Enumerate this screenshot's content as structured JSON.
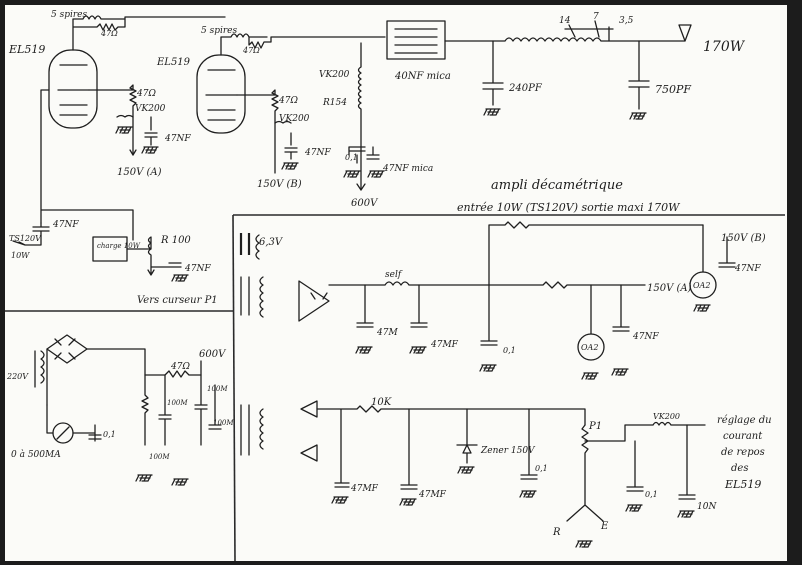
{
  "colors": {
    "ink": "#1f1f1f",
    "paper": "#fbfbf8",
    "border": "#1c1c1c"
  },
  "title": {
    "line1": "ampli décamétrique",
    "line2": "entrée 10W (TS120V) sortie maxi 170W"
  },
  "amplifier": {
    "coil_turns_1": "5 spires",
    "res_1": "47Ω",
    "tube_1": "EL519",
    "coil_turns_2": "5 spires",
    "res_2": "47Ω",
    "tube_2": "EL519",
    "res_grid_1": "47Ω",
    "choke_grid_1": "VK200",
    "cap_grid_1": "47NF",
    "supply_grid_1": "150V (A)",
    "res_grid_2": "47Ω",
    "choke_grid_2": "VK200",
    "cap_grid_2": "47NF",
    "supply_grid_2": "150V (B)",
    "choke_anode": "VK200",
    "rfc_anode": "R154",
    "cap_coupling": "40NF mica",
    "cap_anode_decouple_1": "0,1",
    "cap_anode_decouple_2": "47NF mica",
    "supply_anode": "600V",
    "tap_1": "14",
    "tap_2": "7",
    "tap_3": "3,5",
    "output_power": "170W",
    "cap_tune": "240PF",
    "cap_load": "750PF",
    "cap_input": "47NF",
    "input_source": "TS120V",
    "input_power": "10W",
    "load_box": "charge 10W",
    "res_bias": "R 100",
    "cap_bias": "47NF",
    "cursor_label": "Vers curseur P1"
  },
  "psu_hv": {
    "mains": "220V",
    "meter": "0 à 500MA",
    "cap_meter": "0,1",
    "res": "47Ω",
    "cap_1": "100M",
    "cap_2": "100M",
    "cap_3": "100M",
    "cap_4": "100M",
    "output": "600V"
  },
  "psu_lv": {
    "heater": "6,3V",
    "choke": "self",
    "cap_1": "47M",
    "cap_2": "47MF",
    "cap_3": "0,1",
    "tube_regulator_1": "OA2",
    "cap_4": "47NF",
    "output_a": "150V (A)",
    "tube_regulator_2": "OA2",
    "cap_5": "47NF",
    "output_b": "150V (B)"
  },
  "bias": {
    "res": "10K",
    "cap_1": "47MF",
    "cap_2": "47MF",
    "zener": "Zener 150V",
    "cap_3": "0,1",
    "pot": "P1",
    "switch_r": "R",
    "switch_e": "E",
    "choke": "VK200",
    "cap_4": "0,1",
    "cap_5": "10N",
    "note_1": "réglage du",
    "note_2": "courant",
    "note_3": "de repos",
    "note_4": "des",
    "note_5": "EL519"
  }
}
